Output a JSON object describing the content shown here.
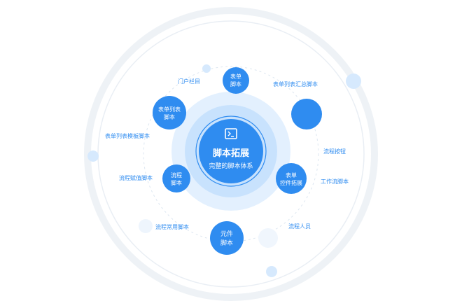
{
  "center": {
    "title": "脚本拓展",
    "subtitle": "完整的脚本体系"
  },
  "nodes": [
    {
      "id": "form-script",
      "label": [
        "表单",
        "脚本"
      ]
    },
    {
      "id": "form-list-script",
      "label": [
        "表单列表",
        "脚本"
      ]
    },
    {
      "id": "blank-node",
      "label": []
    },
    {
      "id": "flow-script",
      "label": [
        "流程",
        "脚本"
      ]
    },
    {
      "id": "form-control-ext",
      "label": [
        "表单",
        "控件拓展"
      ]
    },
    {
      "id": "component-script",
      "label": [
        "元件",
        "脚本"
      ]
    }
  ],
  "labels": [
    {
      "id": "portal-column",
      "text": "门户栏目"
    },
    {
      "id": "form-list-summary-script",
      "text": "表单列表汇总脚本"
    },
    {
      "id": "form-list-template-script",
      "text": "表单列表模板脚本"
    },
    {
      "id": "flow-button",
      "text": "流程按钮"
    },
    {
      "id": "flow-assign-script",
      "text": "流程赋值脚本"
    },
    {
      "id": "workflow-script",
      "text": "工作流脚本"
    },
    {
      "id": "flow-common-script",
      "text": "流程常用脚本"
    },
    {
      "id": "flow-personnel",
      "text": "流程人员"
    }
  ],
  "colors": {
    "primary": "#2f8cf0",
    "primary_dark": "#1976e6",
    "ring_light": "#e6f2ff",
    "ring_mid": "#cfe6fe",
    "ring_inner": "#b7dafd",
    "label": "#2f8cf0",
    "orbit": "#e8edf3",
    "dot": "#d6e9fd"
  },
  "icon": "terminal-icon"
}
